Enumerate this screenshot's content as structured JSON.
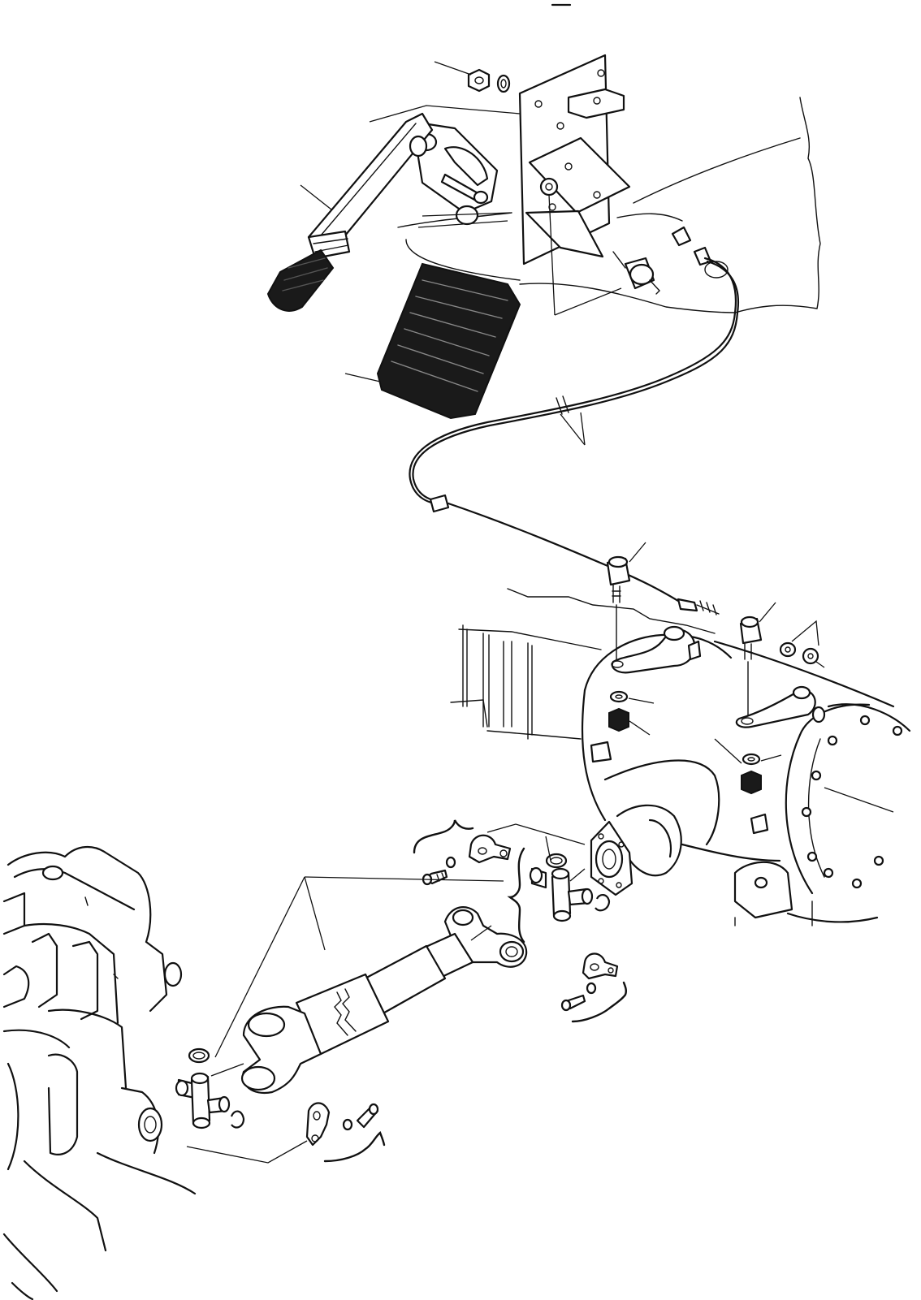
{
  "diagram": {
    "kind": "exploded-parts-illustration",
    "colors": {
      "ink": "#111111",
      "background": "#ffffff",
      "rubber": "#1a1a1a"
    },
    "assemblies": [
      "parking-brake-lever",
      "mounting-bracket",
      "brake-switch",
      "accelerator-pedal",
      "control-cable",
      "axle-levers",
      "axle-housing",
      "propeller-shaft",
      "universal-joints",
      "transmission-housing"
    ]
  }
}
